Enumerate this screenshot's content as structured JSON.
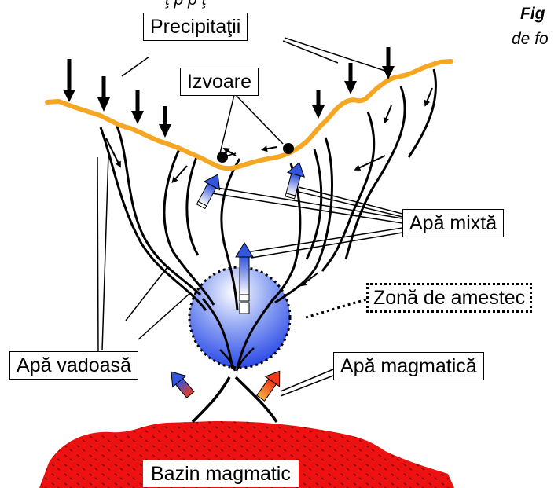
{
  "caption": {
    "top_fragment": "ţ p  p  ţ",
    "figure_head": "Fig",
    "figure_tail": "de fo"
  },
  "labels": {
    "precipitation": "Precipitaţii",
    "springs": "Izvoare",
    "mixed_water": "Apă mixtă",
    "mixing_zone": "Zonă de amestec",
    "vadose_water": "Apă vadoasă",
    "magmatic_water": "Apă magmatică",
    "magma_basin": "Bazin magmatic"
  },
  "colors": {
    "ground_line": "#f5a623",
    "magma": "#ee1111",
    "magma_dots": "#7a0000",
    "mixing_sphere_center": "#ffffff",
    "mixing_sphere_edge": "#1f3fe6",
    "arrow_blue": "#3355dd",
    "arrow_red": "#ee3a1a"
  }
}
